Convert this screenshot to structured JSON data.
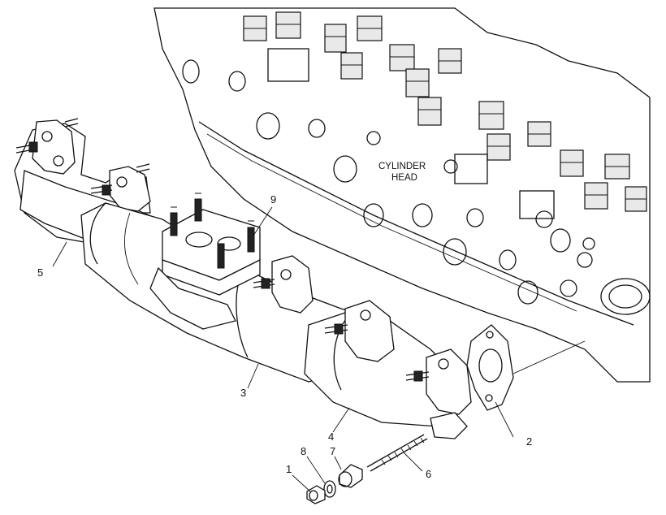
{
  "labels": {
    "cylinder_head_line1": "CYLINDER",
    "cylinder_head_line2": "HEAD",
    "part_1": "1",
    "part_2": "2",
    "part_3": "3",
    "part_4": "4",
    "part_5": "5",
    "part_6": "6",
    "part_7": "7",
    "part_8": "8",
    "part_9": "9"
  }
}
